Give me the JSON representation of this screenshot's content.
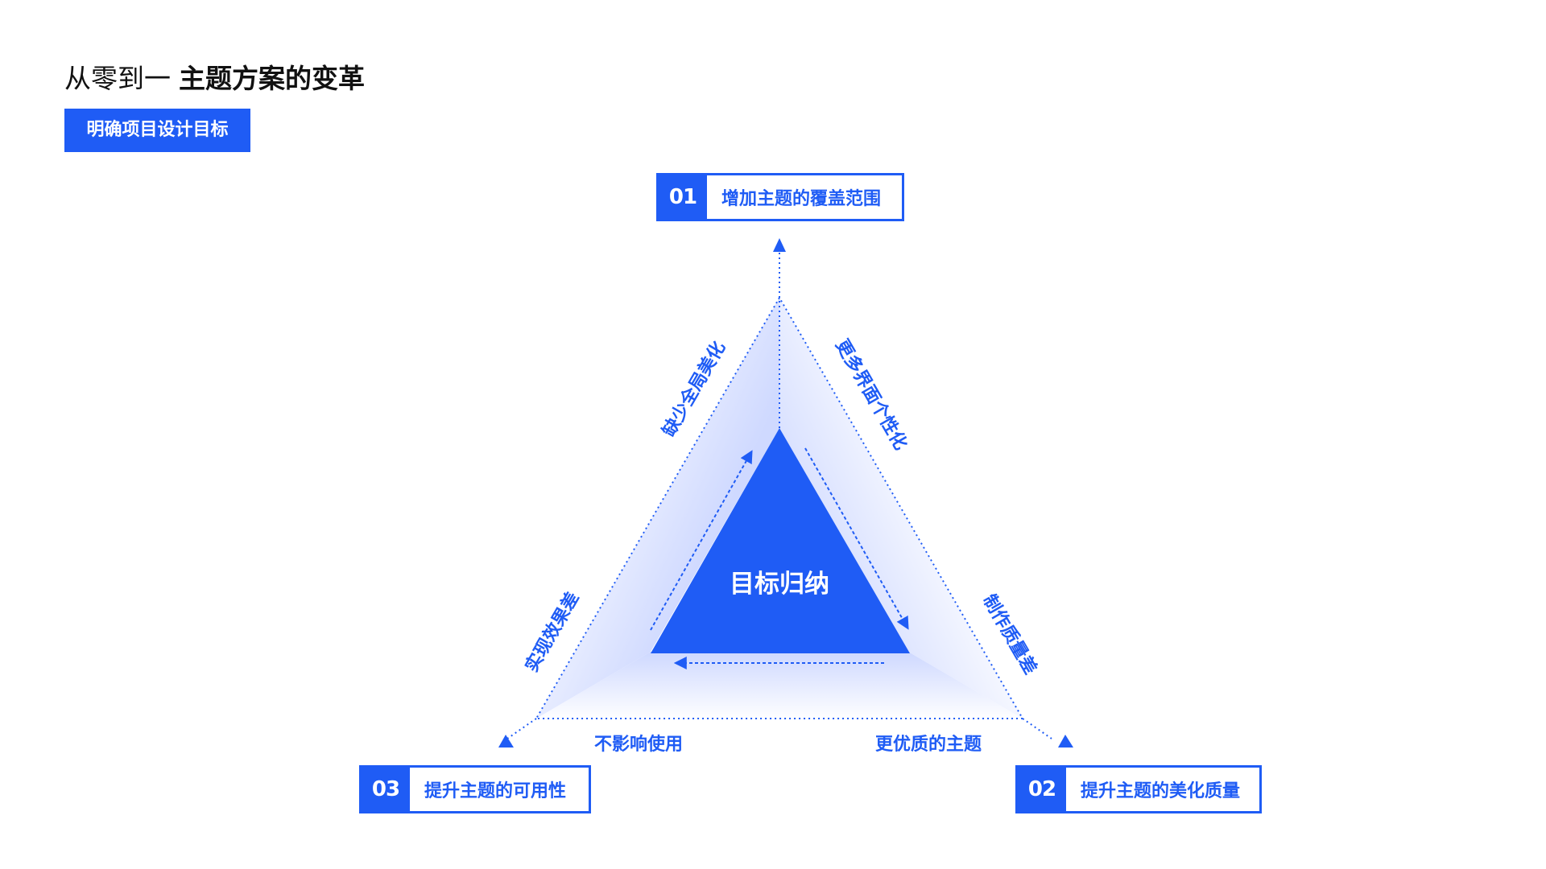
{
  "header": {
    "title_light": "从零到一",
    "title_bold": "主题方案的变革",
    "tag": "明确项目设计目标"
  },
  "goals": [
    {
      "num": "01",
      "label": "增加主题的覆盖范围"
    },
    {
      "num": "02",
      "label": "提升主题的美化质量"
    },
    {
      "num": "03",
      "label": "提升主题的可用性"
    }
  ],
  "diagram": {
    "center": "目标归纳",
    "edge_labels": {
      "left_upper": "缺少全局美化",
      "right_upper": "更多界面个性化",
      "left_lower": "实现效果差",
      "right_lower": "制作质量差",
      "bottom_left": "不影响使用",
      "bottom_right": "更优质的主题"
    }
  },
  "colors": {
    "accent": "#1f5cf5",
    "title_text": "#111111",
    "background": "#ffffff"
  }
}
